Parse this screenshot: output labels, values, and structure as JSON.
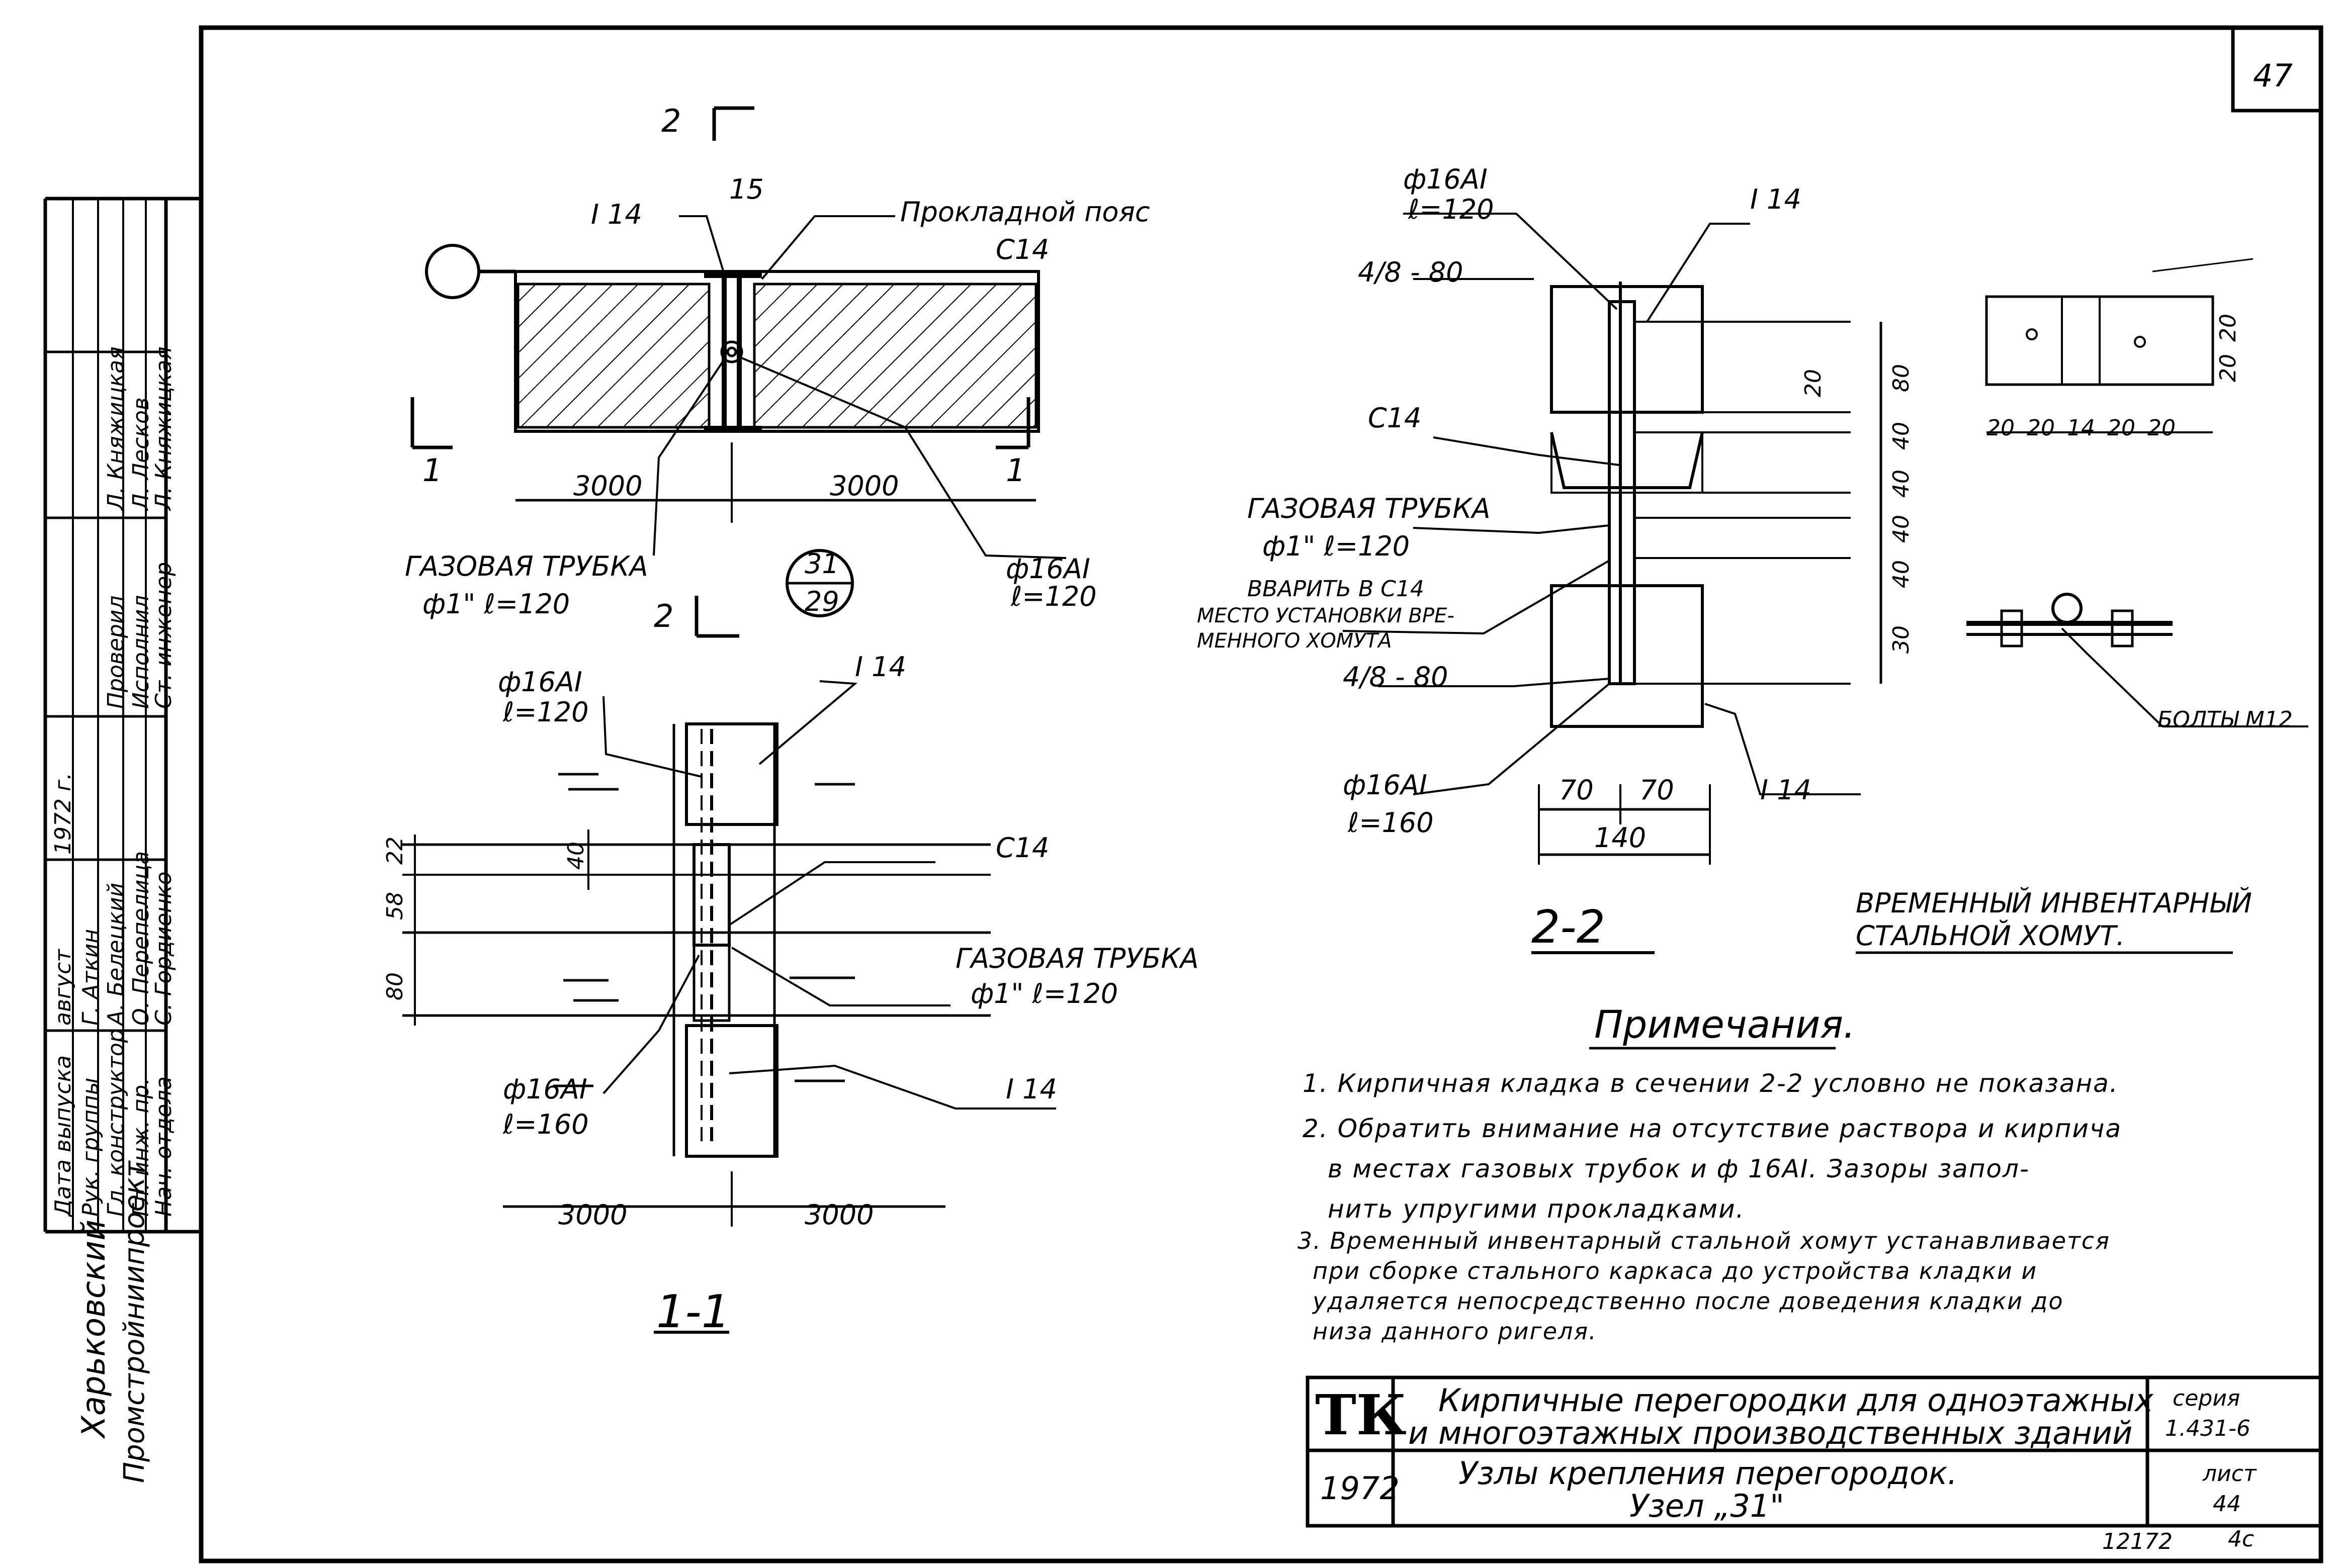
{
  "sheet": {
    "corner_number": "47",
    "bottom_code": "12172",
    "bottom_page": "4c"
  },
  "plan": {
    "section_mark_top": "2",
    "section_mark_bottom": "2",
    "section_mark_left": "1",
    "section_mark_right": "1",
    "label_i14": "I 14",
    "label_15": "15",
    "label_prokladnoy": "Прокладной пояс",
    "label_c14": "C14",
    "dim_left": "3000",
    "dim_right": "3000",
    "label_gas_tube": "ГАЗОВАЯ ТРУБКА",
    "label_gas_tube_size": "ф1\" ℓ=120",
    "label_rod": "ф16AI",
    "label_rod_len": "ℓ=120",
    "node_top": "31",
    "node_bottom": "29"
  },
  "section11": {
    "rod_top": "ф16AI",
    "rod_top_len": "ℓ=120",
    "i14_top": "I 14",
    "c14": "C14",
    "gas_tube": "ГАЗОВАЯ ТРУБКА",
    "gas_tube_size": "ф1\" ℓ=120",
    "rod_bottom": "ф16AI",
    "rod_bottom_len": "ℓ=160",
    "i14_bottom": "I 14",
    "dim_22": "22",
    "dim_58": "58",
    "dim_80": "80",
    "dim_40": "40",
    "dim_left": "3000",
    "dim_right": "3000",
    "title": "1-1"
  },
  "section22": {
    "rod_top": "ф16AI",
    "rod_top_len": "ℓ=120",
    "i14_top": "I 14",
    "weld_top": "4/8 - 80",
    "c14": "C14",
    "gas_tube": "ГАЗОВАЯ ТРУБКА",
    "gas_tube_size": "ф1\" ℓ=120",
    "weld_note_1": "ВВАРИТЬ В C14",
    "weld_note_2": "МЕСТО УСТАНОВКИ ВРЕ-",
    "weld_note_3": "МЕННОГО ХОМУТА",
    "weld_bottom": "4/8 - 80",
    "rod_bottom": "ф16AI",
    "rod_bottom_len": "ℓ=160",
    "i14_bottom": "I 14",
    "dim_70a": "70",
    "dim_70b": "70",
    "dim_140": "140",
    "dim_v": [
      "80",
      "40",
      "40",
      "40",
      "40",
      "30"
    ],
    "dim_20": "20",
    "title": "2-2"
  },
  "clamp": {
    "dims": [
      "20",
      "20",
      "14",
      "20",
      "20"
    ],
    "dim_v": [
      "20",
      "20"
    ],
    "bolts": "БОЛТЫ M12",
    "caption_1": "ВРЕМЕННЫЙ ИНВЕНТАРНЫЙ",
    "caption_2": "СТАЛЬНОЙ ХОМУТ."
  },
  "notes": {
    "heading": "Примечания.",
    "n1": "1. Кирпичная кладка в сечении 2-2 условно не показана.",
    "n2a": "2. Обратить внимание на отсутствие раствора и кирпича",
    "n2b": "в местах газовых трубок и ф 16AI. Зазоры запол-",
    "n2c": "нить упругими прокладками.",
    "n3a": "3. Временный инвентарный стальной хомут устанавливается",
    "n3b": "при сборке стального каркаса до устройства кладки и",
    "n3c": "удаляется непосредственно после доведения кладки до",
    "n3d": "низа данного ригеля."
  },
  "stamp": {
    "org_1": "Харьковский",
    "org_2": "Промстройниипроект",
    "roles": [
      "Нач. отдела",
      "Гл. инж. пр.",
      "Гл. конструктор",
      "Рук. группы",
      "Дата выпуска"
    ],
    "names": [
      "С. Гордиенко",
      "О. Перепелица",
      "А. Белецкий",
      "Г. Аткин",
      "август"
    ],
    "roles2": [
      "Ст. инженер",
      "Исполнил",
      "Проверил"
    ],
    "names2": [
      "Л. Княжицкая",
      "Л. Лесков",
      "Л. Княжицкая"
    ],
    "year": "1972 г."
  },
  "title_block": {
    "logo": "ТК",
    "title_1": "Кирпичные перегородки для одноэтажных",
    "title_2": "и многоэтажных производственных зданий",
    "series_label": "серия",
    "series": "1.431-6",
    "year": "1972",
    "subtitle_1": "Узлы крепления перегородок.",
    "subtitle_2": "Узел „31\"",
    "sheet_label": "лист",
    "sheet": "44"
  }
}
